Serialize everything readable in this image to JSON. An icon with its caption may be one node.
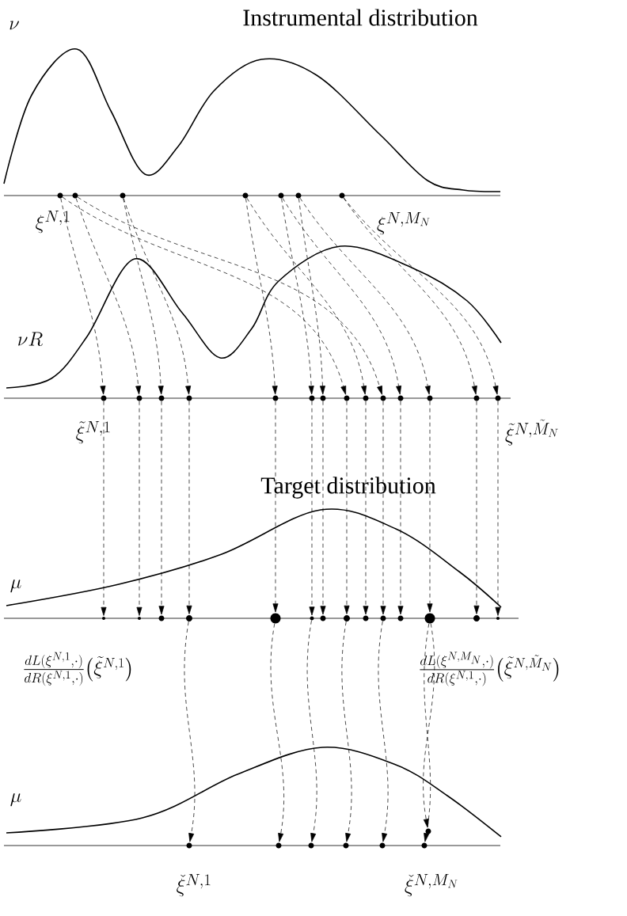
{
  "diagram": {
    "title": "Instrumental distribution",
    "nodes": [
      {
        "text": [],
        "shape": "circle"
      },
      {
        "text": [],
        "shape": "circle"
      },
      {
        "text": [],
        "shape": "circle"
      },
      {
        "text": [],
        "shape": "circle"
      },
      {
        "text": [],
        "shape": "circle"
      },
      {
        "text": [],
        "shape": "circle"
      },
      {
        "text": [],
        "shape": "circle"
      },
      {
        "text": [],
        "shape": "circle"
      },
      {
        "text": [],
        "shape": "circle"
      },
      {
        "text": [],
        "shape": "circle"
      },
      {
        "text": [],
        "shape": "circle"
      },
      {
        "text": [],
        "shape": "circle"
      },
      {
        "text": [],
        "shape": "circle"
      },
      {
        "text": [],
        "shape": "circle"
      },
      {
        "text": [],
        "shape": "circle"
      },
      {
        "text": [],
        "shape": "circle"
      },
      {
        "text": [],
        "shape": "circle"
      },
      {
        "text": [],
        "shape": "circle"
      },
      {
        "text": [],
        "shape": "circle"
      },
      {
        "text": [],
        "shape": "circle"
      },
      {
        "text": [],
        "shape": "circle"
      },
      {
        "text": [],
        "shape": "circle"
      },
      {
        "text": [],
        "shape": "circle"
      },
      {
        "text": [],
        "shape": "circle"
      },
      {
        "text": [],
        "shape": "circle"
      },
      {
        "text": [],
        "shape": "circle"
      },
      {
        "text": [],
        "shape": "circle"
      },
      {
        "text": [],
        "shape": "circle"
      },
      {
        "text": [],
        "shape": "circle"
      },
      {
        "text": [],
        "shape": "circle"
      },
      {
        "text": [],
        "shape": "circle"
      },
      {
        "text": [],
        "shape": "circle"
      },
      {
        "text": [],
        "shape": "circle"
      },
      {
        "text": [],
        "shape": "circle"
      },
      {
        "text": [],
        "shape": "circle"
      },
      {
        "text": [],
        "shape": "circle"
      },
      {
        "text": [],
        "shape": "circle"
      },
      {
        "text": [],
        "shape": "circle"
      },
      {
        "text": [],
        "shape": "circle"
      },
      {
        "text": [],
        "shape": "circle"
      },
      {
        "text": [],
        "shape": "circle"
      },
      {
        "text": [],
        "shape": "circle"
      }
    ],
    "edges": [
      {
        "from": 0,
        "to": 7,
        "arrow": "to",
        "style": "dashed"
      },
      {
        "from": 0,
        "to": 14,
        "arrow": "to",
        "style": "dashed"
      },
      {
        "from": 1,
        "to": 8,
        "arrow": "to",
        "style": "dashed"
      },
      {
        "from": 1,
        "to": 16,
        "arrow": "to",
        "style": "dashed"
      },
      {
        "from": 2,
        "to": 9,
        "arrow": "to",
        "style": "dashed"
      },
      {
        "from": 2,
        "to": 10,
        "arrow": "to",
        "style": "dashed"
      },
      {
        "from": 3,
        "to": 11,
        "arrow": "to",
        "style": "dashed"
      },
      {
        "from": 3,
        "to": 15,
        "arrow": "to",
        "style": "dashed"
      },
      {
        "from": 4,
        "to": 12,
        "arrow": "to",
        "style": "dashed"
      },
      {
        "from": 4,
        "to": 17,
        "arrow": "to",
        "style": "dashed"
      },
      {
        "from": 5,
        "to": 13,
        "arrow": "to",
        "style": "dashed"
      },
      {
        "from": 5,
        "to": 18,
        "arrow": "to",
        "style": "dashed"
      },
      {
        "from": 6,
        "to": 19,
        "arrow": "to",
        "style": "dashed"
      },
      {
        "from": 6,
        "to": 20,
        "arrow": "to",
        "style": "dashed"
      },
      {
        "from": 7,
        "to": 21,
        "arrow": "to",
        "style": "dashed"
      },
      {
        "from": 8,
        "to": 22,
        "arrow": "to",
        "style": "dashed"
      },
      {
        "from": 9,
        "to": 23,
        "arrow": "to",
        "style": "dashed"
      },
      {
        "from": 10,
        "to": 24,
        "arrow": "to",
        "style": "dashed"
      },
      {
        "from": 11,
        "to": 25,
        "arrow": "to",
        "style": "dashed"
      },
      {
        "from": 12,
        "to": 26,
        "arrow": "to",
        "style": "dashed"
      },
      {
        "from": 13,
        "to": 27,
        "arrow": "to",
        "style": "dashed"
      },
      {
        "from": 14,
        "to": 28,
        "arrow": "to",
        "style": "dashed"
      },
      {
        "from": 15,
        "to": 29,
        "arrow": "to",
        "style": "dashed"
      },
      {
        "from": 16,
        "to": 30,
        "arrow": "to",
        "style": "dashed"
      },
      {
        "from": 17,
        "to": 31,
        "arrow": "to",
        "style": "dashed"
      },
      {
        "from": 18,
        "to": 32,
        "arrow": "to",
        "style": "dashed"
      },
      {
        "from": 19,
        "to": 33,
        "arrow": "to",
        "style": "dashed"
      },
      {
        "from": 20,
        "to": 34,
        "arrow": "to",
        "style": "dashed"
      },
      {
        "from": 24,
        "to": 35,
        "arrow": "to",
        "style": "dashed"
      },
      {
        "from": 25,
        "to": 36,
        "arrow": "to",
        "style": "dashed"
      },
      {
        "from": 26,
        "to": 37,
        "arrow": "to",
        "style": "dashed"
      },
      {
        "from": 28,
        "to": 38,
        "arrow": "to",
        "style": "dashed"
      },
      {
        "from": 30,
        "to": 39,
        "arrow": "to",
        "style": "dashed"
      },
      {
        "from": 32,
        "to": 40,
        "arrow": "to",
        "style": "dashed"
      },
      {
        "from": 32,
        "to": 41,
        "arrow": "to",
        "style": "dashed"
      }
    ],
    "labels": [
      "\\nu",
      "\\xi^{N,1}",
      "\\xi^{N,M_N}",
      "\\nu R",
      "\\tilde\\xi^{N,1}",
      "\\tilde\\xi^{N,\\tilde M_N}",
      "Target distribution",
      "\\mu",
      "\\frac{dL(\\xi^{N,1},\\cdot)}{dR(\\xi^{N,1},\\cdot)}\\bigl(\\tilde\\xi^{N,1}\\bigr)",
      "\\frac{dL(\\xi^{N,M_N},\\cdot)}{dR(\\xi^{N,1},\\cdot)}\\bigl(\\tilde\\xi^{N,\\tilde M_N}\\bigr)",
      "\\mu",
      "\\check\\xi^{N,1}",
      "\\check\\xi^{N,M_N}"
    ]
  }
}
